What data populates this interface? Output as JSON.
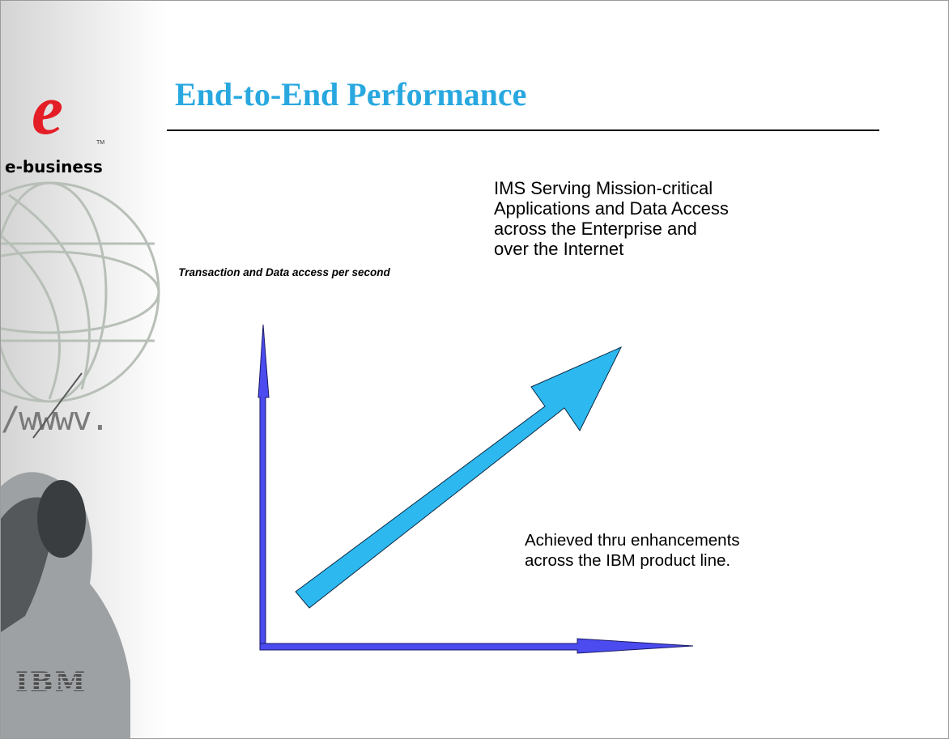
{
  "slide": {
    "title": "End-to-End Performance",
    "headline_text": "IMS Serving Mission-critical\nApplications and Data Access\nacross the Enterprise and\nover the Internet",
    "axis_label": "Transaction and Data access per second",
    "footnote_text": "Achieved thru enhancements\nacross the IBM product line."
  },
  "branding": {
    "e_logo": "e",
    "trademark": "TM",
    "tagline": "e-business",
    "company_logo": "IBM"
  },
  "icons": {
    "globe": "globe-icon",
    "www": "www-icon",
    "mouse": "mouse-icon"
  },
  "colors": {
    "title": "#29a8e0",
    "axis_arrow": "#4b4bf0",
    "growth_arrow": "#2db8ef",
    "logo_red": "#e41e26"
  }
}
